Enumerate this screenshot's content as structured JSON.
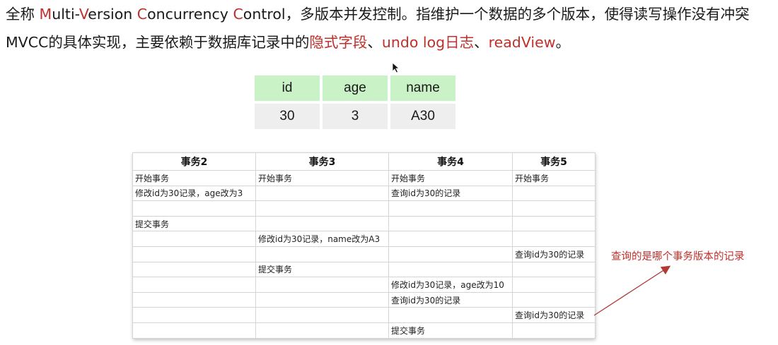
{
  "intro": {
    "line1": {
      "p1": "全称 ",
      "m": "M",
      "p2": "ulti-",
      "v": "V",
      "p3": "ersion ",
      "c1": "C",
      "p4": "oncurrency ",
      "c2": "C",
      "p5": "ontrol，多版本并发控制。指维护一个数据的多个版本，使得读写操作没有冲突"
    },
    "line2": {
      "p1": "MVCC的具体实现，主要依赖于数据库记录中的",
      "hidden_fields": "隐式字段",
      "sep1": "、",
      "undo_log": "undo log日志",
      "sep2": "、",
      "read_view": "readView",
      "end": "。"
    }
  },
  "record_table": {
    "headers": [
      "id",
      "age",
      "name"
    ],
    "row": [
      "30",
      "3",
      "A30"
    ]
  },
  "tx_table": {
    "headers": [
      "事务2",
      "事务3",
      "事务4",
      "事务5"
    ],
    "rows": [
      [
        "开始事务",
        "开始事务",
        "开始事务",
        "开始事务"
      ],
      [
        "修改id为30记录，age改为3",
        "",
        "查询id为30的记录",
        ""
      ],
      [
        "",
        "",
        "",
        ""
      ],
      [
        "提交事务",
        "",
        "",
        ""
      ],
      [
        "",
        "修改id为30记录，name改为A3",
        "",
        ""
      ],
      [
        "",
        "",
        "",
        "查询id为30的记录"
      ],
      [
        "",
        "提交事务",
        "",
        ""
      ],
      [
        "",
        "",
        "修改id为30记录，age改为10",
        ""
      ],
      [
        "",
        "",
        "查询id为30的记录",
        ""
      ],
      [
        "",
        "",
        "",
        "查询id为30的记录"
      ],
      [
        "",
        "",
        "提交事务",
        ""
      ]
    ]
  },
  "annotation": {
    "text": "查询的是哪个事务版本的记录"
  },
  "colors": {
    "highlight_red": "#c0302b",
    "header_green": "#c9f2c6",
    "cell_gray": "#eeeeee"
  }
}
